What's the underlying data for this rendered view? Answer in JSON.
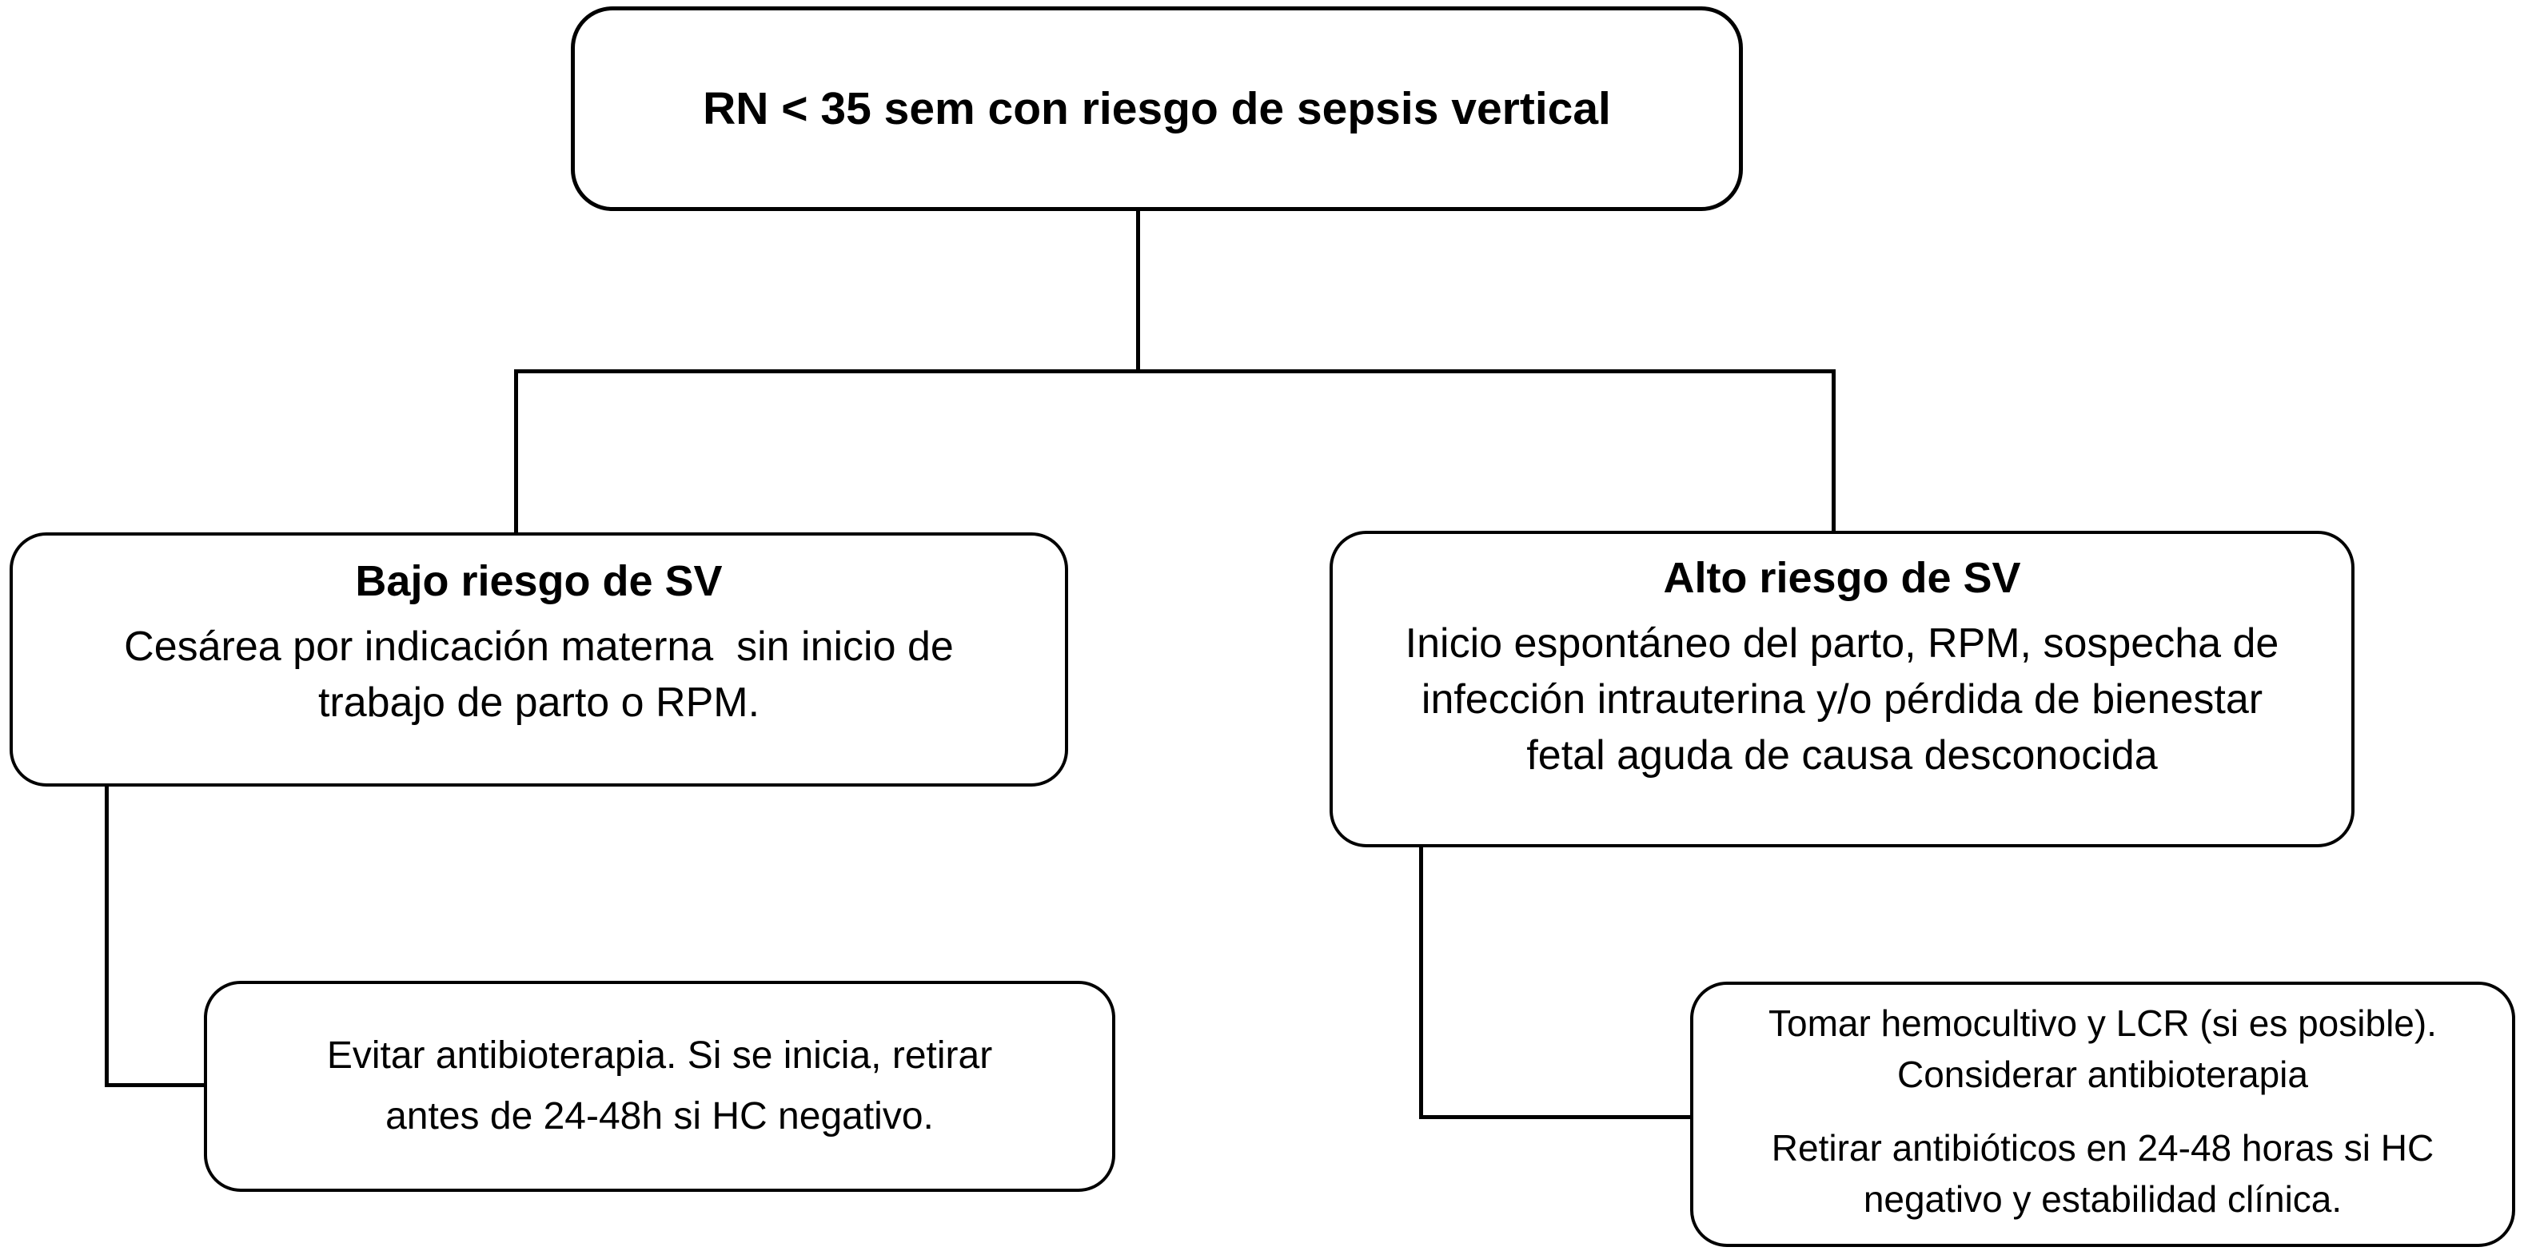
{
  "flowchart": {
    "colors": {
      "background": "#ffffff",
      "box_fill": "#ffffff",
      "box_border": "#000000",
      "line": "#000000",
      "text": "#000000"
    },
    "nodes": {
      "root": {
        "title": "RN < 35 sem con riesgo de sepsis vertical"
      },
      "low_risk": {
        "title": "Bajo riesgo de SV",
        "body": "Cesárea por indicación materna  sin inicio de\ntrabajo de parto o RPM."
      },
      "high_risk": {
        "title": "Alto riesgo de SV",
        "body": "Inicio espontáneo del parto, RPM, sospecha de\ninfección intrauterina y/o pérdida de bienestar\nfetal aguda de causa desconocida"
      },
      "low_risk_action": {
        "body": "Evitar antibioterapia. Si se inicia, retirar\nantes de 24-48h si HC negativo."
      },
      "high_risk_action": {
        "body_1": "Tomar hemocultivo y LCR (si es posible).\nConsiderar antibioterapia",
        "body_2": "Retirar antibióticos en 24-48 horas si HC\nnegativo y estabilidad clínica."
      }
    }
  }
}
